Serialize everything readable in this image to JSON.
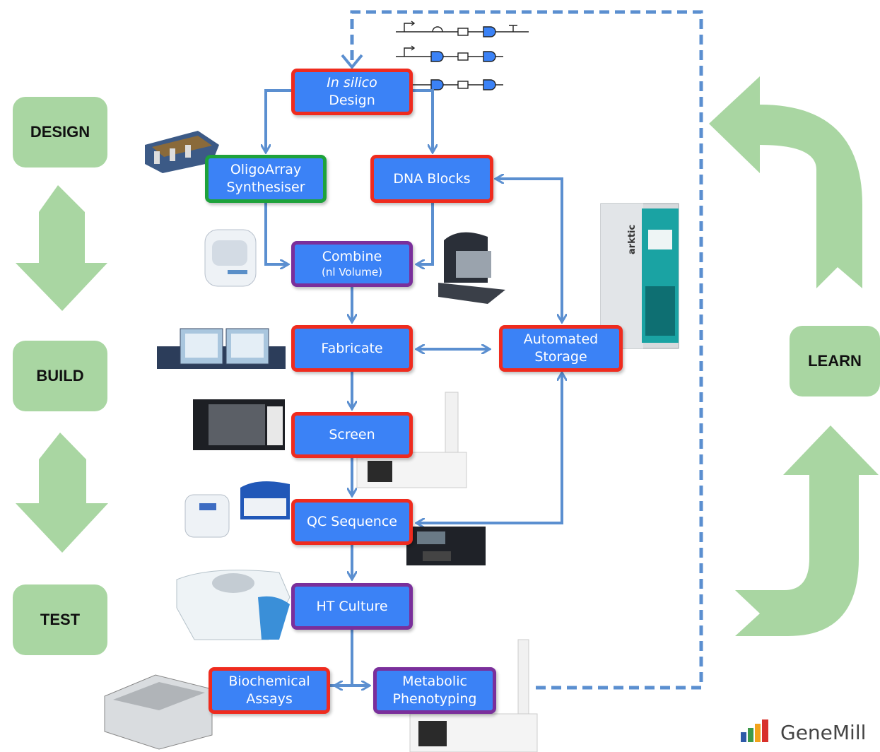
{
  "phases": {
    "design": "DESIGN",
    "build": "BUILD",
    "test": "TEST",
    "learn": "LEARN"
  },
  "nodes": {
    "in_silico": {
      "line1": "In silico",
      "line2": "Design"
    },
    "oligoarray": {
      "line1": "OligoArray",
      "line2": "Synthesiser"
    },
    "dna_blocks": {
      "line1": "DNA Blocks"
    },
    "combine": {
      "line1": "Combine",
      "line2": "(nl Volume)"
    },
    "fabricate": {
      "line1": "Fabricate"
    },
    "automated_storage": {
      "line1": "Automated",
      "line2": "Storage"
    },
    "screen": {
      "line1": "Screen"
    },
    "qc_sequence": {
      "line1": "QC Sequence"
    },
    "ht_culture": {
      "line1": "HT Culture"
    },
    "biochemical_assays": {
      "line1": "Biochemical",
      "line2": "Assays"
    },
    "metabolic_phenotyping": {
      "line1": "Metabolic",
      "line2": "Phenotyping"
    }
  },
  "equipment_labels": {
    "storage_brand": "arktic"
  },
  "logo": {
    "text": "GeneMill"
  },
  "colors": {
    "node_fill": "#3b82f6",
    "border_red": "#ef2b1e",
    "border_green": "#1ea23b",
    "border_purple": "#7a2f9b",
    "arrow": "#5b8fd0",
    "phase_green": "#a9d6a2"
  }
}
